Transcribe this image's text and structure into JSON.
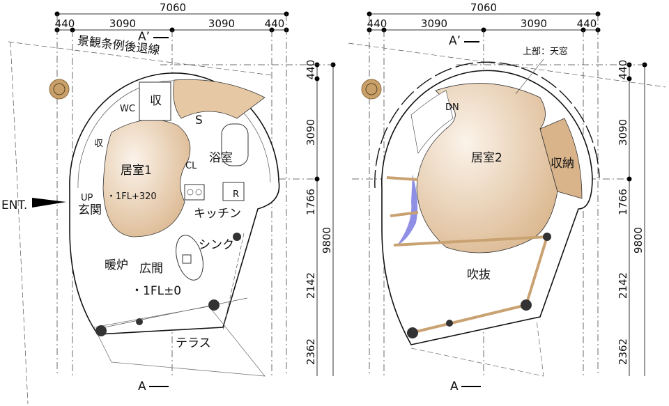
{
  "dimensions": {
    "overall_width": "7060",
    "width_parts": [
      "440",
      "3090",
      "3090",
      "440"
    ],
    "height_parts": [
      "440",
      "3090",
      "1766",
      "2142",
      "2362"
    ],
    "overall_height": "9800"
  },
  "plan_1f": {
    "setback_line": "景観条例後退線",
    "section_top": "A’",
    "section_bottom": "A",
    "rooms": {
      "storage_top": "収",
      "wc": "WC",
      "storage_left": "収",
      "s": "S",
      "bath": "浴室",
      "closet": "CL",
      "room1": "居室1",
      "level1": "・1FL+320",
      "refrigerator": "R",
      "up": "UP",
      "entrance": "玄関",
      "kitchen": "キッチン",
      "sink": "シンク",
      "fireplace": "暖炉",
      "hall": "広間",
      "level2": "・1FL±0",
      "terrace": "テラス"
    },
    "entry": "ENT."
  },
  "plan_2f": {
    "section_top": "A’",
    "section_bottom": "A",
    "skylight_note": "上部：天窓",
    "rooms": {
      "down": "DN",
      "room2": "居室2",
      "storage": "収納",
      "void": "吹抜"
    }
  },
  "colors": {
    "room_fill": "#e6c9a4",
    "beam": "#c9a272",
    "water": "#8f8fe6"
  }
}
